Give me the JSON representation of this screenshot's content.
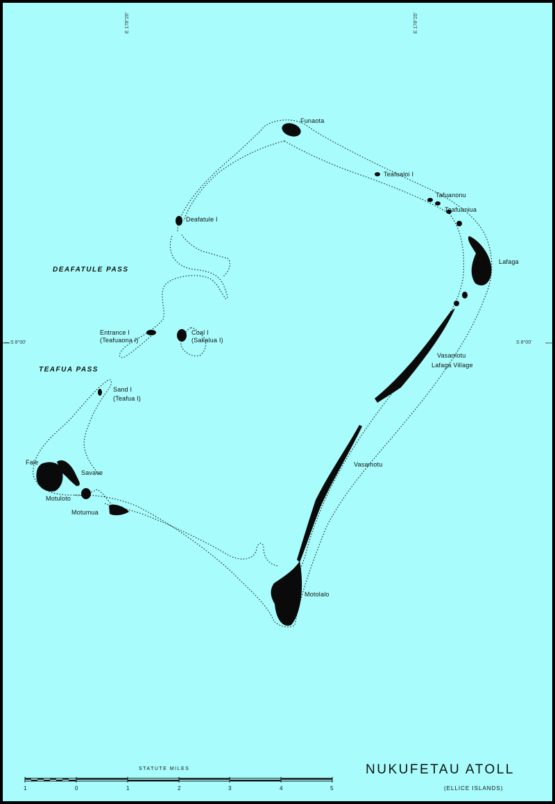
{
  "map": {
    "title": "NUKUFETAU ATOLL",
    "subtitle": "(ELLICE ISLANDS)",
    "scale": {
      "label": "STATUTE MILES",
      "ticks": [
        "1",
        "0",
        "1",
        "2",
        "3",
        "4",
        "5"
      ]
    },
    "coordinates": {
      "left_lat": "— S 8°00'",
      "right_lat": "S 8°00'",
      "top_left_long": "E 178°20'",
      "top_right_long": "E 178°25'"
    },
    "passes": {
      "deafatule": "DEAFATULE PASS",
      "teafua": "TEAFUA PASS"
    },
    "places": {
      "funaota": "Funaota",
      "teafualoi": "Teafualoi I",
      "tafuanonu": "Tafuanonu",
      "teafuaniua": "Teafuaniua",
      "lafaga": "Lafaga",
      "deafatule": "Deafatule I",
      "entrance_1": "Entrance I",
      "entrance_2": "(Teafuaona I)",
      "coal_1": "Coal I",
      "coal_2": "(Sakalua I)",
      "vasamotu_1": "Vasamotu",
      "lafaga_village": "Lafaga Village",
      "sand_1": "Sand I",
      "sand_2": "(Teafua I)",
      "fale": "Fale",
      "savave": "Savave",
      "motuloto": "Motuloto",
      "motumua": "Motumua",
      "vasamotu_2": "Vasamotu",
      "motolalo": "Motolalo"
    },
    "colors": {
      "sea": "#a8fcfc",
      "land": "#0a0a0a",
      "reef": "#222222",
      "frame": "#000000"
    }
  }
}
